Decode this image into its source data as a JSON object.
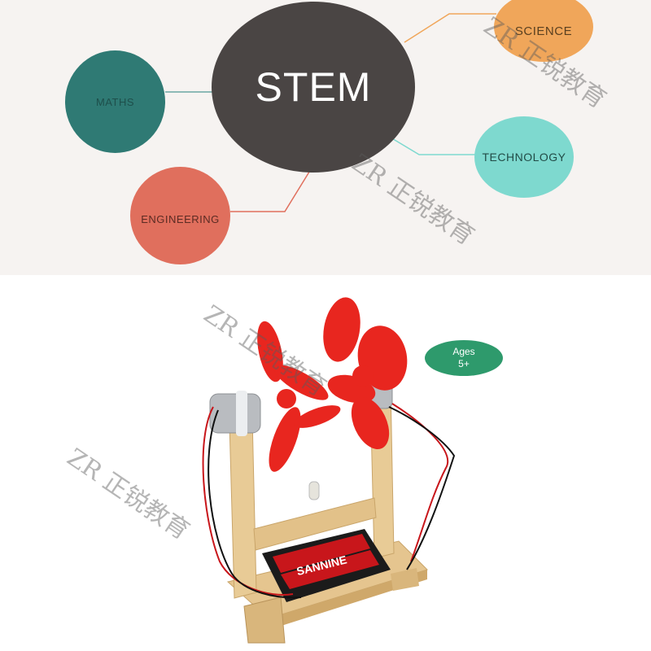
{
  "banner": {
    "center_label": "STEM",
    "maths_label": "MATHS",
    "science_label": "SCIENCE",
    "technology_label": "TECHNOLOGY",
    "engineering_label": "ENGINEERING",
    "colors": {
      "background": "#f6f3f1",
      "stem": "#4a4544",
      "maths": "#2f7a74",
      "science": "#f0a65a",
      "technology": "#7ed9cf",
      "engineering": "#e06f5d",
      "connector": "#f0a65a"
    }
  },
  "product": {
    "ages_line1": "Ages",
    "ages_line2": "5+",
    "battery_brand": "SANNINE",
    "colors": {
      "fan": "#e8261f",
      "wood": "#e5c58f",
      "battery": "#c8161b",
      "badge": "#2e9a6c"
    }
  },
  "watermark": {
    "text": "ZR 正锐教育"
  }
}
